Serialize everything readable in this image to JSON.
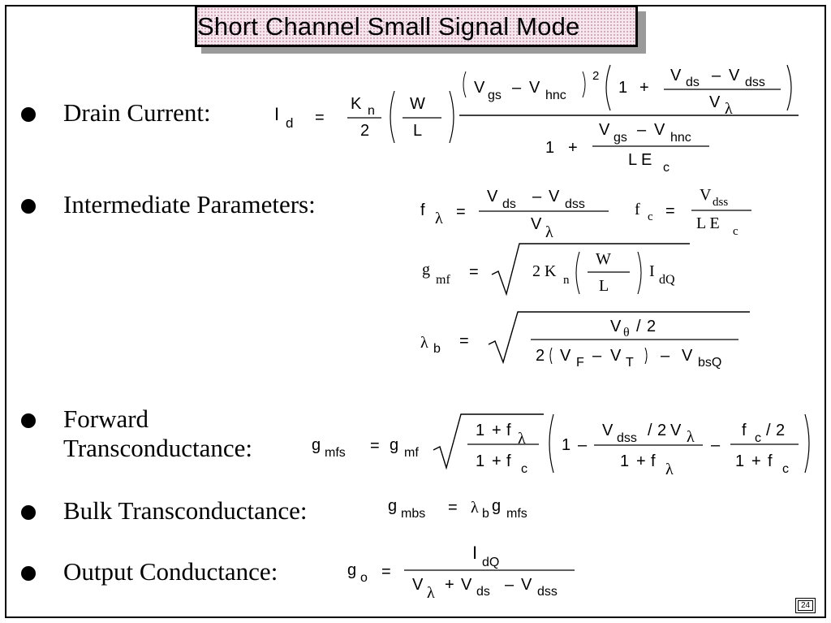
{
  "slide": {
    "title": "Short  Channel  Small Signal  Mode",
    "page_number": "24"
  },
  "bullets": [
    {
      "label": "Drain Current:"
    },
    {
      "label": "Intermediate Parameters:"
    },
    {
      "label_line1": "Forward",
      "label_line2": "Transconductance:"
    },
    {
      "label": "Bulk Transconductance:"
    },
    {
      "label": "Output Conductance:"
    }
  ],
  "glyphs": {
    "lambda": "λ",
    "theta": "θ",
    "minus": "–",
    "plus": "+",
    "equals": "=",
    "slash": "/",
    "two": "2",
    "one": "1"
  },
  "symbols": {
    "I": "I",
    "V": "V",
    "K": "K",
    "W": "W",
    "L": "L",
    "E": "E",
    "f": "f",
    "g": "g",
    "d": "d",
    "n": "n",
    "gs": "gs",
    "hnc": "hnc",
    "ds": "ds",
    "dss": "dss",
    "c": "c",
    "mf": "mf",
    "dQ": "dQ",
    "b": "b",
    "F": "F",
    "T": "T",
    "bsQ": "bsQ",
    "mfs": "mfs",
    "mbs": "mbs",
    "o": "o",
    "2K": "2 K",
    "LE": "L E"
  }
}
